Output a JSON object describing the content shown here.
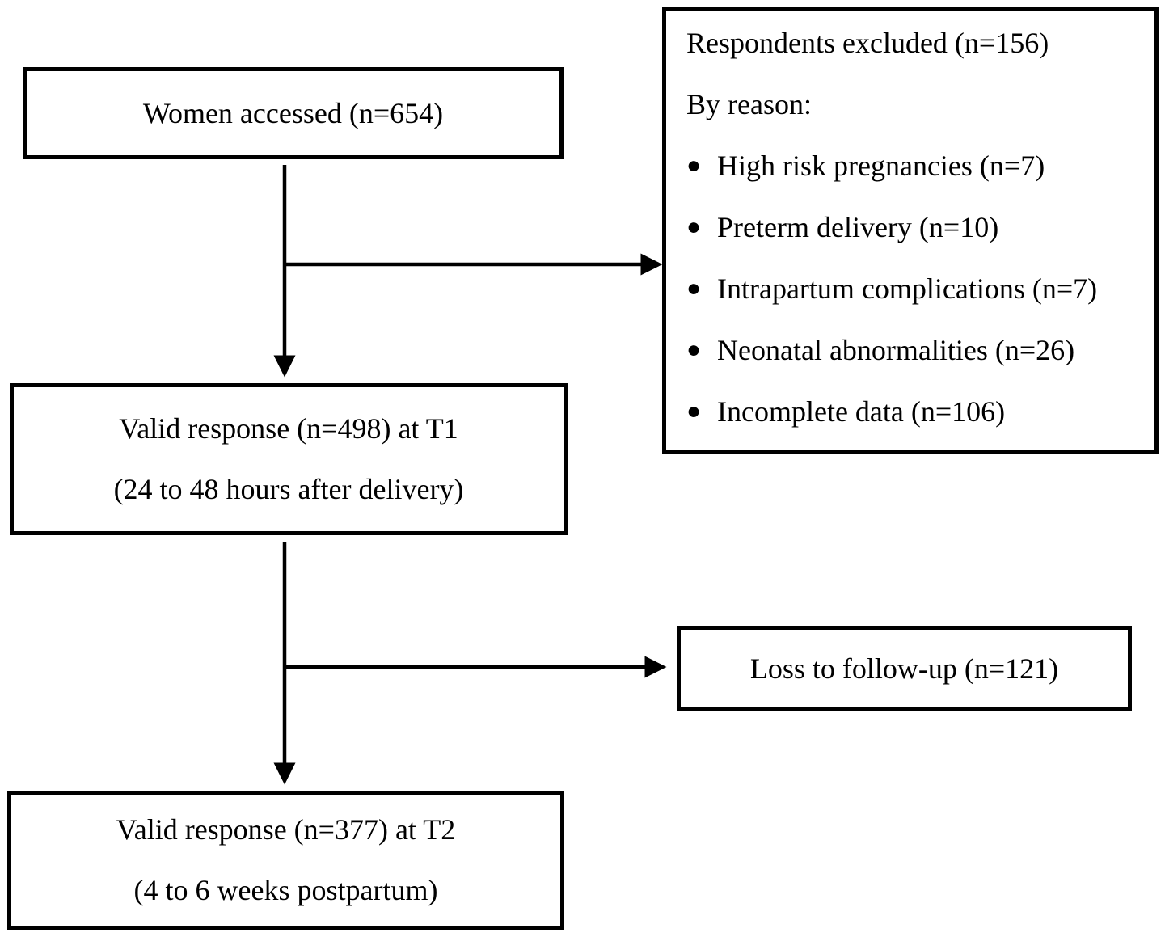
{
  "diagram": {
    "accessed": {
      "text": "Women accessed (n=654)"
    },
    "excluded": {
      "title": "Respondents excluded (n=156)",
      "by_reason_label": "By reason:",
      "reasons": [
        "High risk pregnancies (n=7)",
        "Preterm delivery (n=10)",
        "Intrapartum complications (n=7)",
        "Neonatal abnormalities (n=26)",
        "Incomplete data (n=106)"
      ]
    },
    "t1": {
      "line1": "Valid response (n=498) at T1",
      "line2": "(24 to 48 hours after delivery)"
    },
    "loss": {
      "text": "Loss to follow-up (n=121)"
    },
    "t2": {
      "line1": "Valid response (n=377) at T2",
      "line2": "(4 to 6 weeks postpartum)"
    }
  }
}
